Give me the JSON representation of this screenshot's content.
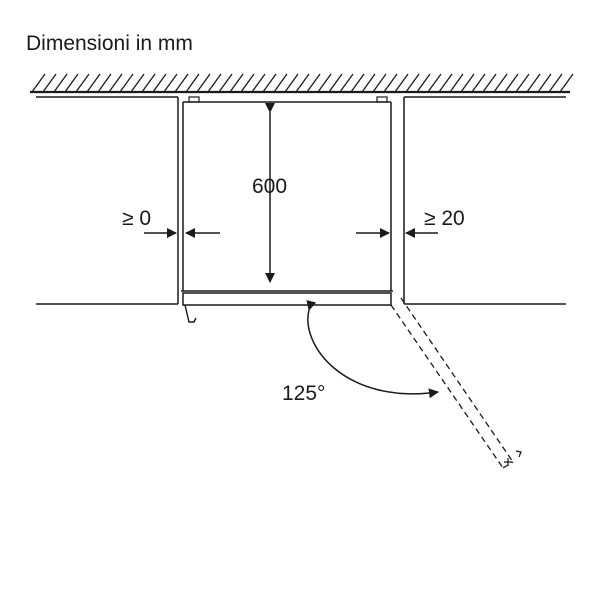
{
  "title": "Dimensioni in mm",
  "labels": {
    "depth": "600",
    "left_gap": "≥ 0",
    "right_gap": "≥ 20",
    "door_angle": "125°"
  },
  "colors": {
    "line": "#1a1a1a",
    "background": "#ffffff"
  }
}
